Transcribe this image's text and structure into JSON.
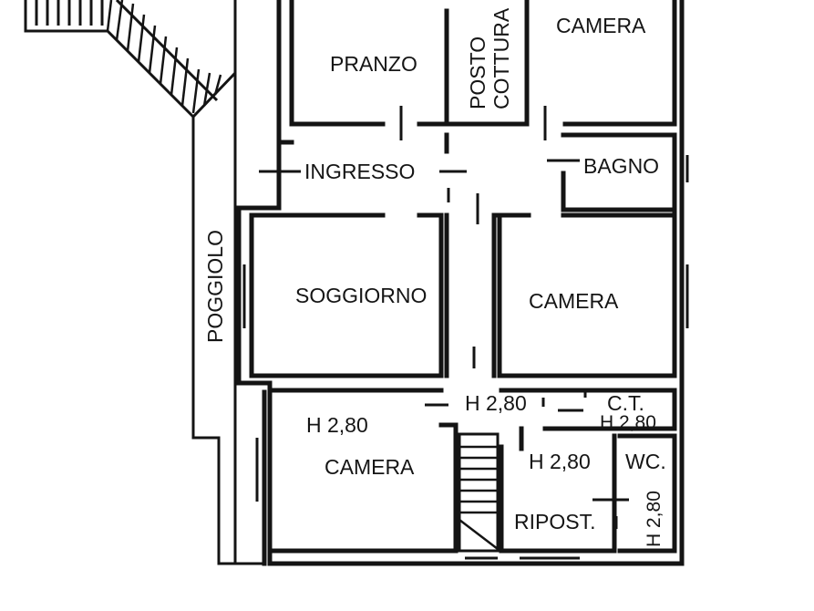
{
  "floor_plan": {
    "rooms": {
      "pranzo": "PRANZO",
      "posto_cottura_line1": "POSTO",
      "posto_cottura_line2": "COTTURA",
      "camera_top": "CAMERA",
      "ingresso": "INGRESSO",
      "bagno": "BAGNO",
      "soggiorno": "SOGGIORNO",
      "camera_mid": "CAMERA",
      "camera_bottom": "CAMERA",
      "ct": "C.T.",
      "wc": "WC.",
      "ripost": "RIPOST.",
      "poggiolo": "POGGIOLO"
    },
    "heights": {
      "corridor": "H 2,80",
      "ct": "H 2,80",
      "camera_bottom": "H 2,80",
      "ripost": "H 2,80",
      "wc": "H 2,80"
    }
  }
}
